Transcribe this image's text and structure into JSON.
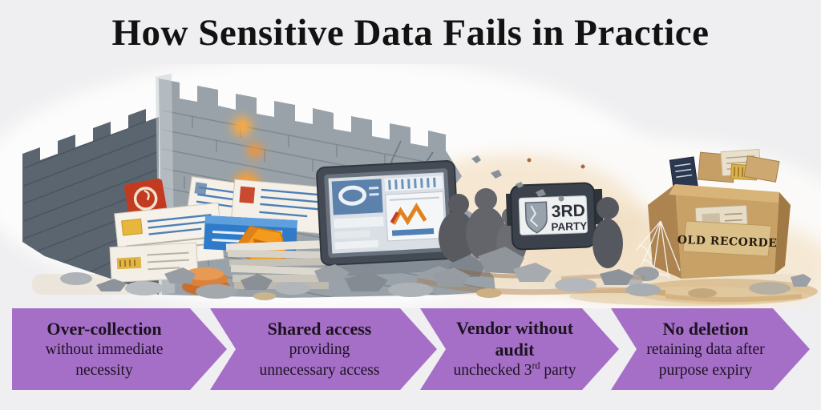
{
  "title": "How Sensitive Data Fails in Practice",
  "colors": {
    "page_bg": "#efeef0",
    "accent_purple": "#a56fc7",
    "banner_text": "#1c1320",
    "title_color": "#121212",
    "fire_orange": "#f08018",
    "wall_gray": "#9aa2a9",
    "box_tan": "#c7a166"
  },
  "illustration": {
    "description": "Watercolor crumbling castle wall breached by fire, spilling documents and files; a dashboard monitor, crowd silhouettes, a 3rd-party screen and a dusty box of old records among rubble",
    "third_party_sign": {
      "line1": "3RD",
      "line2": "PARTY"
    },
    "old_records_label": "OLD RECORDE"
  },
  "steps": [
    {
      "title": "Over-collection",
      "line1": "without immediate",
      "line2": "necessity"
    },
    {
      "title": "Shared access",
      "line1": "providing",
      "line2": "unnecessary access"
    },
    {
      "title": "Vendor without audit",
      "sub_prefix": "unchecked 3",
      "sub_sup": "rd",
      "sub_suffix": " party"
    },
    {
      "title": "No deletion",
      "line1": "retaining data after",
      "line2": "purpose expiry"
    }
  ]
}
